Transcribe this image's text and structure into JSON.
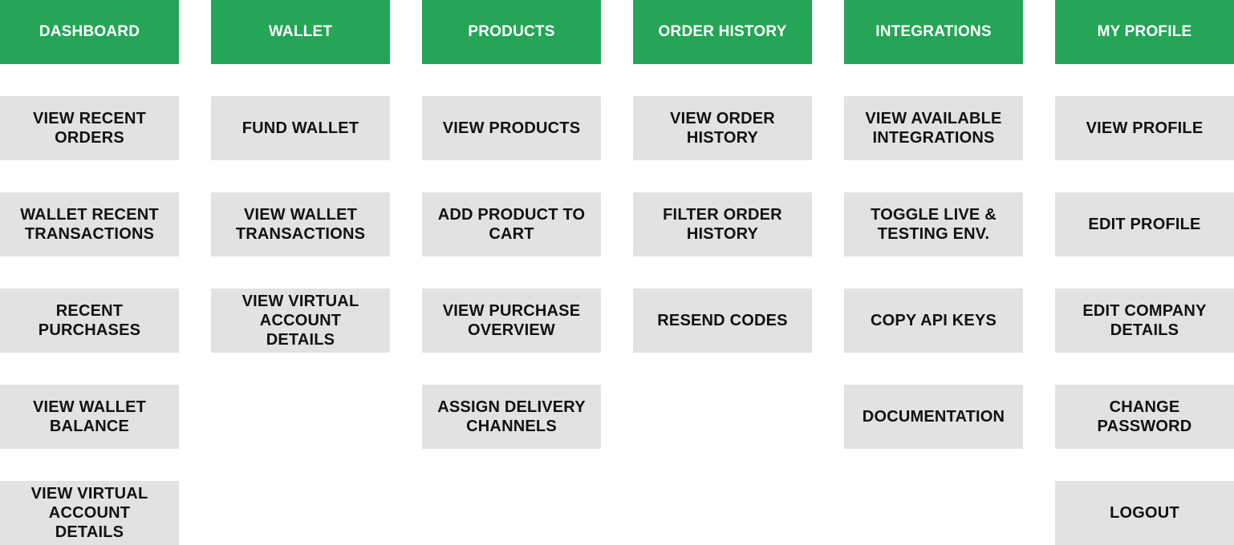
{
  "colors": {
    "header_bg": "#25a556",
    "header_text": "#ffffff",
    "item_bg": "#e2e2e2",
    "item_text": "#111111"
  },
  "columns": [
    {
      "header": "DASHBOARD",
      "items": [
        "VIEW RECENT ORDERS",
        "WALLET RECENT TRANSACTIONS",
        "RECENT PURCHASES",
        "VIEW WALLET BALANCE",
        "VIEW VIRTUAL ACCOUNT DETAILS"
      ]
    },
    {
      "header": "WALLET",
      "items": [
        "FUND WALLET",
        "VIEW WALLET TRANSACTIONS",
        "VIEW VIRTUAL ACCOUNT DETAILS"
      ]
    },
    {
      "header": "PRODUCTS",
      "items": [
        "VIEW PRODUCTS",
        "ADD PRODUCT TO CART",
        "VIEW PURCHASE OVERVIEW",
        "ASSIGN DELIVERY CHANNELS"
      ]
    },
    {
      "header": "ORDER HISTORY",
      "items": [
        "VIEW ORDER HISTORY",
        "FILTER ORDER HISTORY",
        "RESEND CODES"
      ]
    },
    {
      "header": "INTEGRATIONS",
      "items": [
        "VIEW AVAILABLE INTEGRATIONS",
        "TOGGLE LIVE & TESTING ENV.",
        "COPY API KEYS",
        "DOCUMENTATION"
      ]
    },
    {
      "header": "MY PROFILE",
      "items": [
        "VIEW PROFILE",
        "EDIT PROFILE",
        "EDIT COMPANY DETAILS",
        "CHANGE PASSWORD",
        "LOGOUT"
      ]
    }
  ]
}
